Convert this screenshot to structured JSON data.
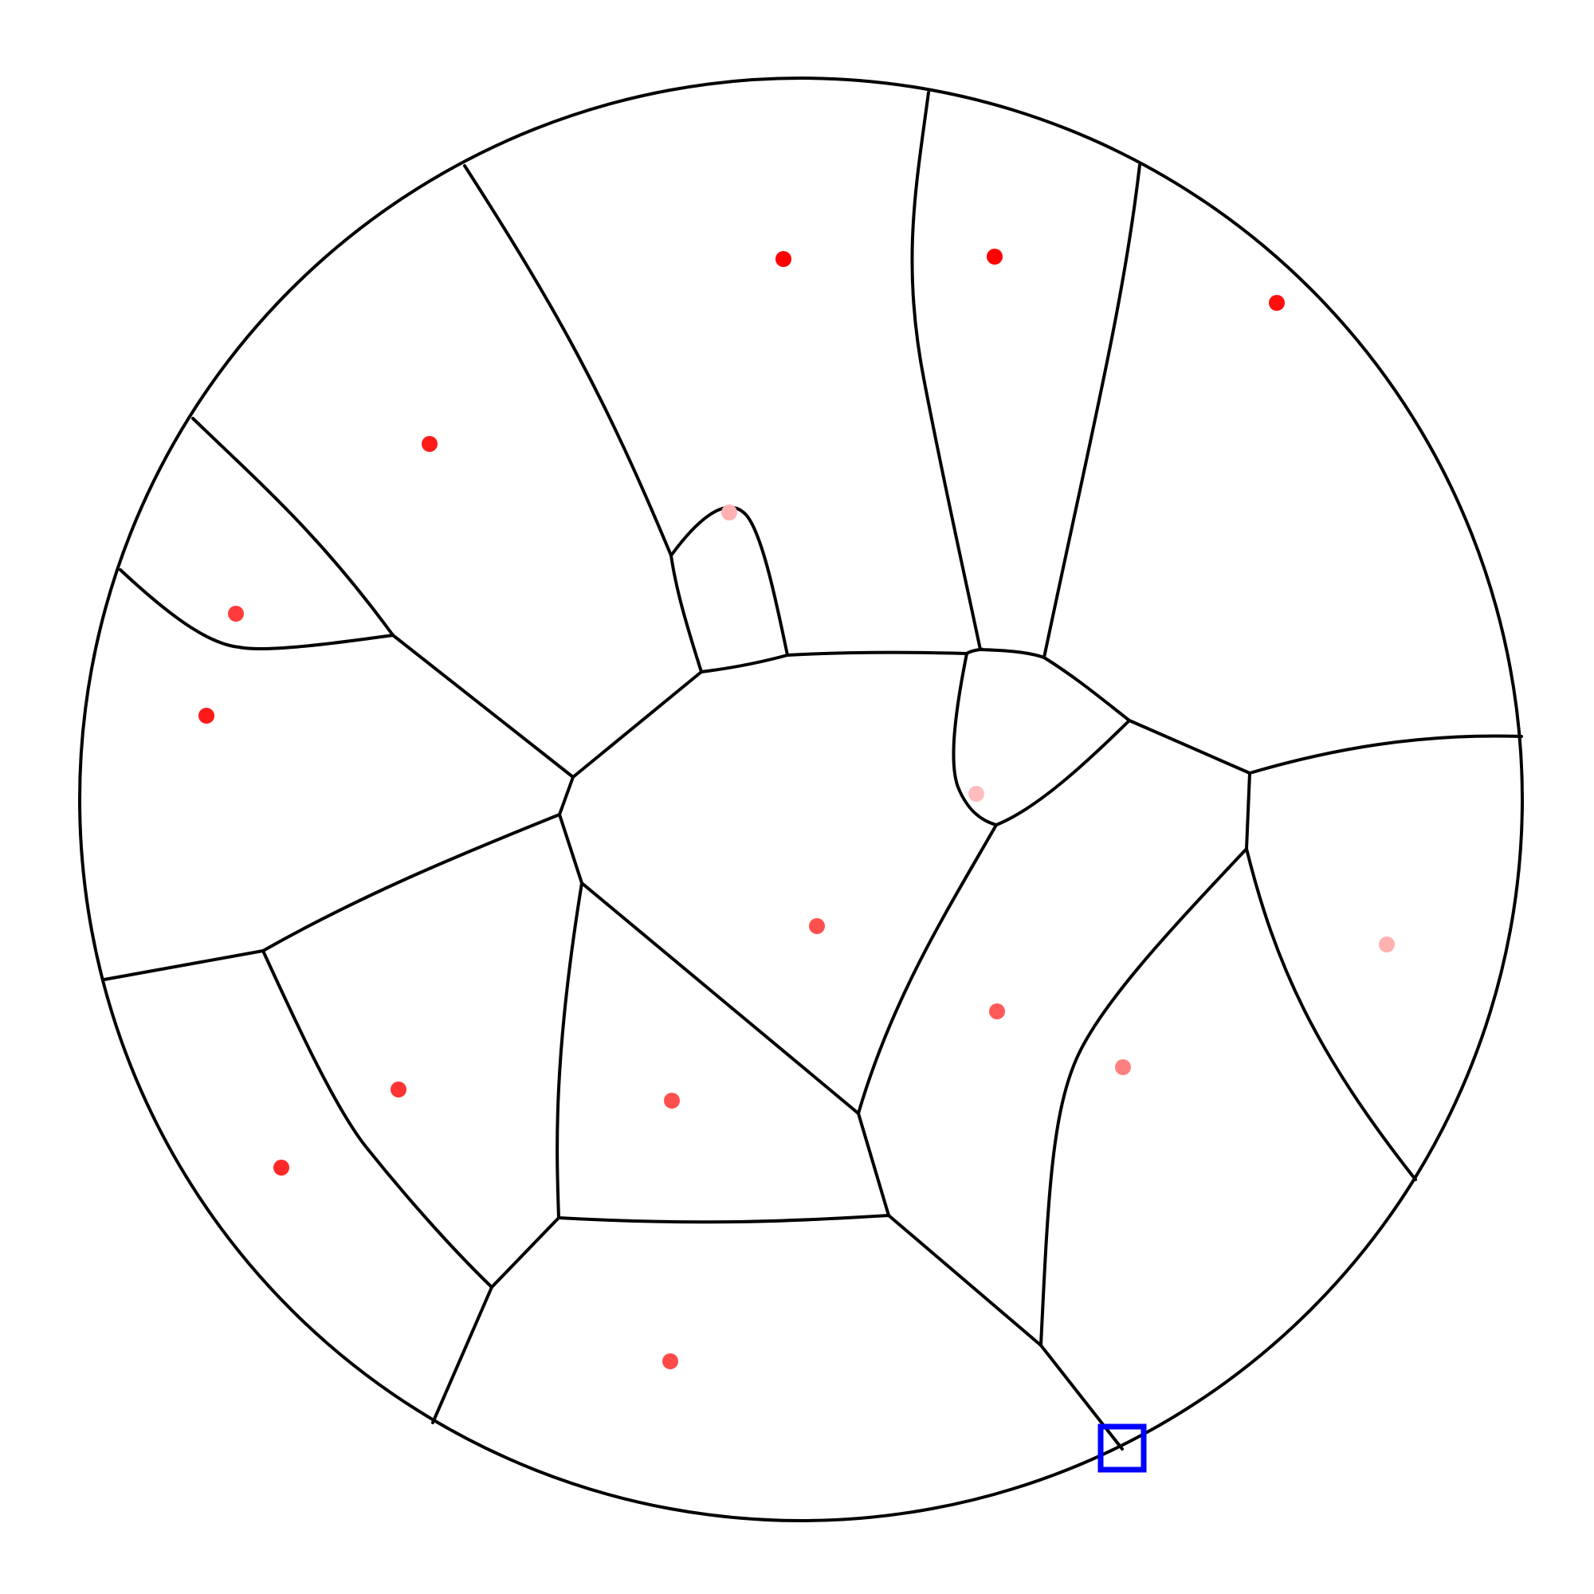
{
  "diagram": {
    "type": "voronoi-partition-in-disk",
    "colors": {
      "background": "#ffffff",
      "edges": "#000000",
      "marker": "#0000ff"
    },
    "sites": [
      {
        "id": "s1",
        "color": "#ff0000"
      },
      {
        "id": "s2",
        "color": "#ff0000"
      },
      {
        "id": "s3",
        "color": "#ff0f0f"
      },
      {
        "id": "s4",
        "color": "#ff1a1a"
      },
      {
        "id": "s5",
        "color": "#ff3b3b"
      },
      {
        "id": "s6",
        "color": "#ff1a1a"
      },
      {
        "id": "s7",
        "color": "#ffb0b0"
      },
      {
        "id": "s8",
        "color": "#ffbcbc"
      },
      {
        "id": "s9",
        "color": "#ff5050"
      },
      {
        "id": "s10",
        "color": "#ff5a5a"
      },
      {
        "id": "s11",
        "color": "#ffb0b0"
      },
      {
        "id": "s12",
        "color": "#ff8080"
      },
      {
        "id": "s13",
        "color": "#ff3333"
      },
      {
        "id": "s14",
        "color": "#ff5050"
      },
      {
        "id": "s15",
        "color": "#ff2828"
      },
      {
        "id": "s16",
        "color": "#ff4a4a"
      }
    ],
    "highlight": {
      "shape": "square-outline",
      "color": "#0000ff"
    }
  }
}
